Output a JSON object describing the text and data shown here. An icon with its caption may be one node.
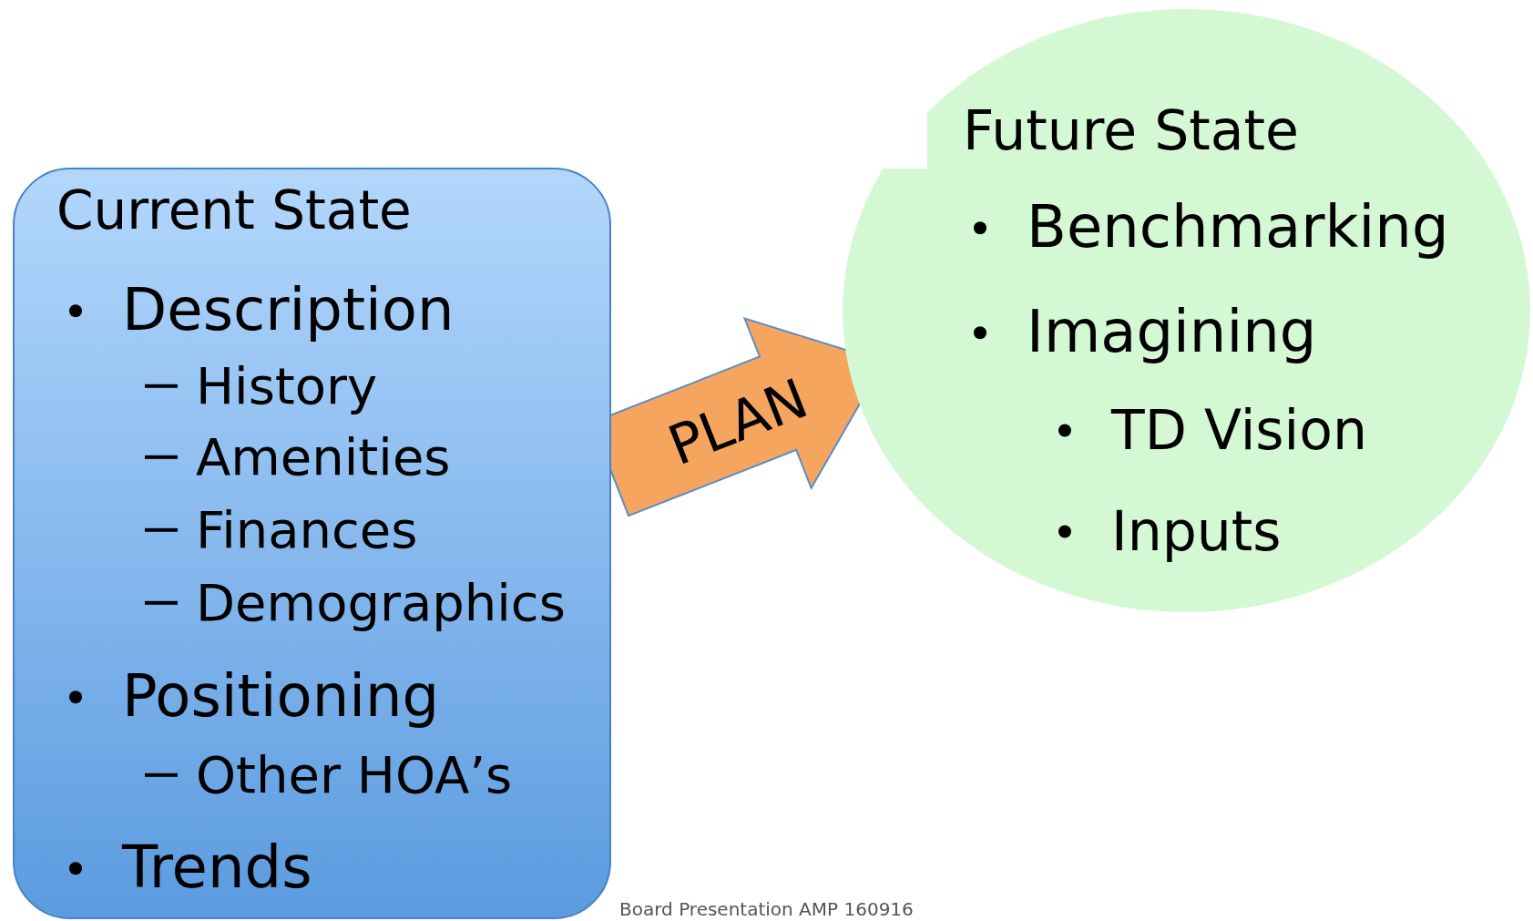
{
  "diagram": {
    "nodes": [
      {
        "text": [
          "Current State",
          "Description",
          "History",
          "Amenities",
          "Finances",
          "Demographics",
          "Positioning",
          "Other HOA’s",
          "Trends"
        ]
      },
      {
        "text": [
          "Future State",
          "Benchmarking",
          "Imagining",
          "TD Vision",
          "Inputs"
        ]
      }
    ],
    "edges": [
      {
        "from": 0,
        "to": 1,
        "arrow": "to",
        "label": "PLAN"
      }
    ],
    "labels": [
      "Board Presentation AMP 160916"
    ]
  }
}
